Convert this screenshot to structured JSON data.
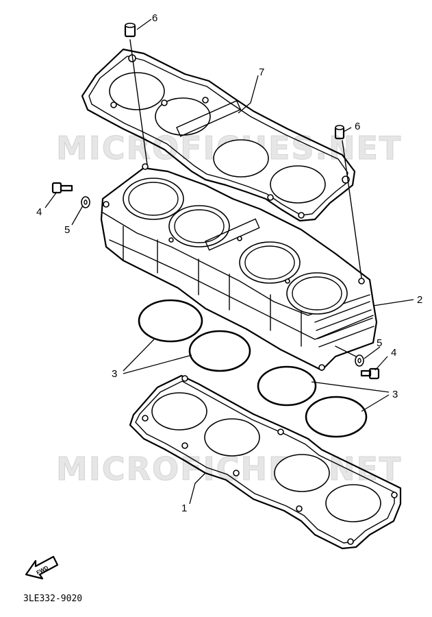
{
  "callouts": {
    "gasket_head": "7",
    "dowel_top": "6",
    "dowel_right": "6",
    "bolt_left": "4",
    "washer_left": "5",
    "cylinder_block": "2",
    "orings_left": "3",
    "washer_right": "5",
    "bolt_right": "4",
    "orings_right": "3",
    "gasket_base": "1"
  },
  "watermarks": {
    "upper": "MICROFICHES.NET",
    "lower": "MICROFICHES.NET"
  },
  "forward_arrow_label": "FWD",
  "diagram_code": "3LE332-9020"
}
